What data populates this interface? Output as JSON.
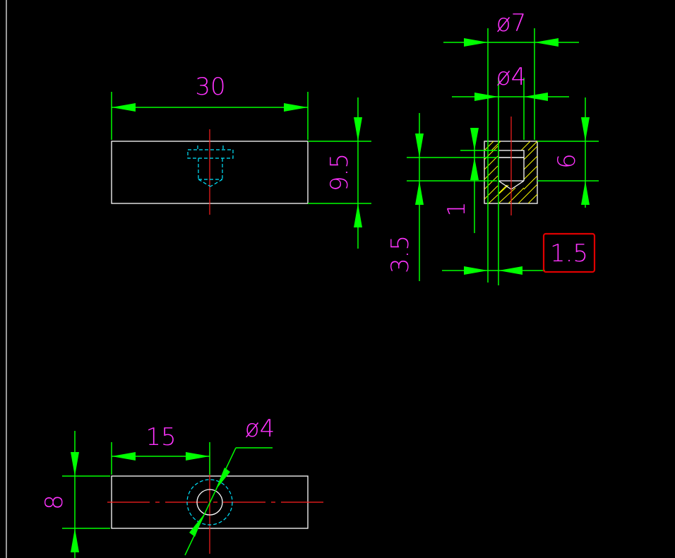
{
  "drawing": {
    "colors": {
      "background": "#000000",
      "dimension_lines": "#00ff00",
      "dimension_text": "#ff33ff",
      "object_lines": "#ffffff",
      "center_lines": "#ff2020",
      "hidden_lines": "#00e5ff",
      "hatching": "#ffff00",
      "selection_box": "#e00000"
    },
    "front_view": {
      "width_label": "30",
      "height_label": "9.5"
    },
    "section_view": {
      "outer_diameter_label": "ø7",
      "inner_diameter_label": "ø4",
      "depth_label": "6",
      "bottom_label": "1",
      "offset_label": "3.5",
      "wall_label": "1.5",
      "selected_label": "1.5"
    },
    "top_view": {
      "position_label": "15",
      "height_label": "8",
      "hole_label": "ø4"
    }
  }
}
